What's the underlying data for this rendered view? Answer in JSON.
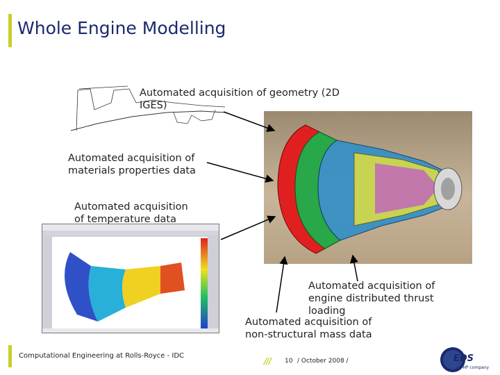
{
  "slide": {
    "title": "Whole Engine Modelling",
    "labels": {
      "geometry_line1": "Automated acquisition of geometry (2D",
      "geometry_line2": "IGES)",
      "materials_line1": "Automated acquisition of",
      "materials_line2": "materials properties data",
      "temperature_line1": "Automated acquisition",
      "temperature_line2": "of temperature data",
      "thrust_line1": "Automated acquisition of",
      "thrust_line2": "engine distributed thrust",
      "thrust_line3": "loading",
      "mass_line1": "Automated acquisition of",
      "mass_line2": "non-structural mass data"
    }
  },
  "footer": {
    "text": "Computational Engineering at Rolls-Royce - IDC",
    "slashes": "///",
    "page_number": "10",
    "date": "/ October 2008 /"
  },
  "logo": {
    "name": "EDS",
    "subtitle": "an HP company",
    "color": "#1a2a6c"
  },
  "colors": {
    "accent": "#c8cf2a",
    "title": "#1a2a6c"
  }
}
